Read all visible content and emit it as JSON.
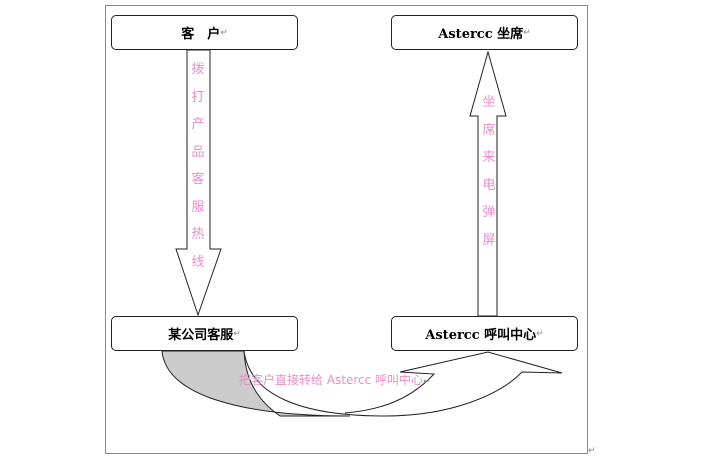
{
  "nodes": {
    "customer": "客　户",
    "agent": "Astercc 坐席",
    "company_service": "某公司客服",
    "call_center": "Astercc 呼叫中心"
  },
  "edges": {
    "customer_to_service": "拨打产品客服热线",
    "center_to_agent": "坐席来电弹屏",
    "service_to_center": "把客户直接转给 Astercc 呼叫中心"
  },
  "paragraph_mark": "↵",
  "colors": {
    "edge_label": "#e890c8",
    "curve_fill": "#cccccc"
  }
}
